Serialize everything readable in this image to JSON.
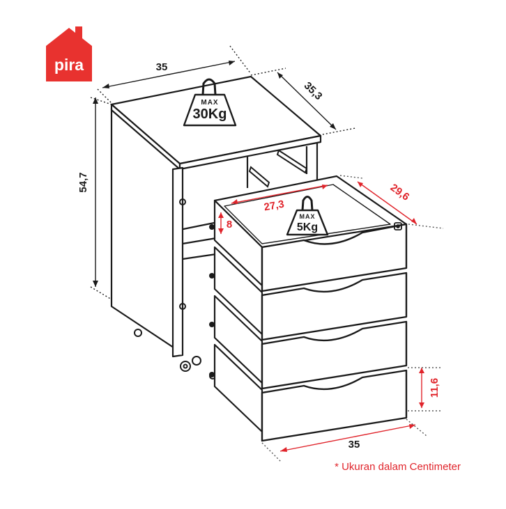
{
  "brand": {
    "logo_text": "pira",
    "color": "#e8322f"
  },
  "dimensions": {
    "top_width": "35",
    "top_depth": "35,3",
    "height": "54,7",
    "drawer_inner_width": "27,3",
    "drawer_depth": "29,6",
    "drawer_inner_height": "8",
    "drawer_front_height": "11,6",
    "front_width": "35"
  },
  "weight_labels": {
    "top": {
      "max": "MAX",
      "load": "30Kg"
    },
    "drawer": {
      "max": "MAX",
      "load": "5Kg"
    }
  },
  "note": "* Ukuran dalam Centimeter",
  "colors": {
    "outline": "#1a1a1a",
    "dimension_red": "#e0242b",
    "dimension_gray": "#555555"
  }
}
